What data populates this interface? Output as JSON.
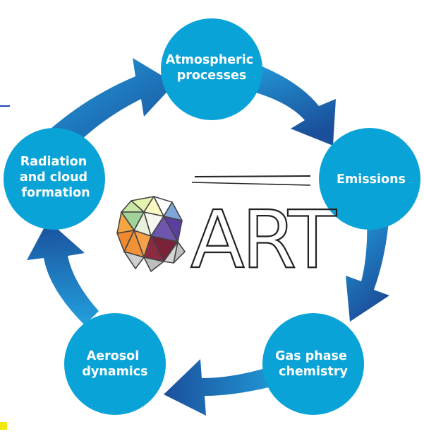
{
  "colors": {
    "node": "#0aa3d8",
    "arrow_light": "#1f8fd0",
    "arrow_dark": "#1a4f9a",
    "accent_line": "#1d49b5",
    "accent_square": "#f2e70a"
  },
  "logo": {
    "text": "ART",
    "icon": "geodesic-sphere-icon"
  },
  "nodes": [
    {
      "id": "atmospheric-processes",
      "lines": [
        "Atmospheric",
        "processes"
      ]
    },
    {
      "id": "emissions",
      "lines": [
        "Emissions"
      ]
    },
    {
      "id": "gas-phase-chemistry",
      "lines": [
        "Gas phase",
        "chemistry"
      ]
    },
    {
      "id": "aerosol-dynamics",
      "lines": [
        "Aerosol",
        "dynamics"
      ]
    },
    {
      "id": "radiation-and-cloud-formation",
      "lines": [
        "Radiation",
        "and cloud",
        "formation"
      ]
    }
  ]
}
